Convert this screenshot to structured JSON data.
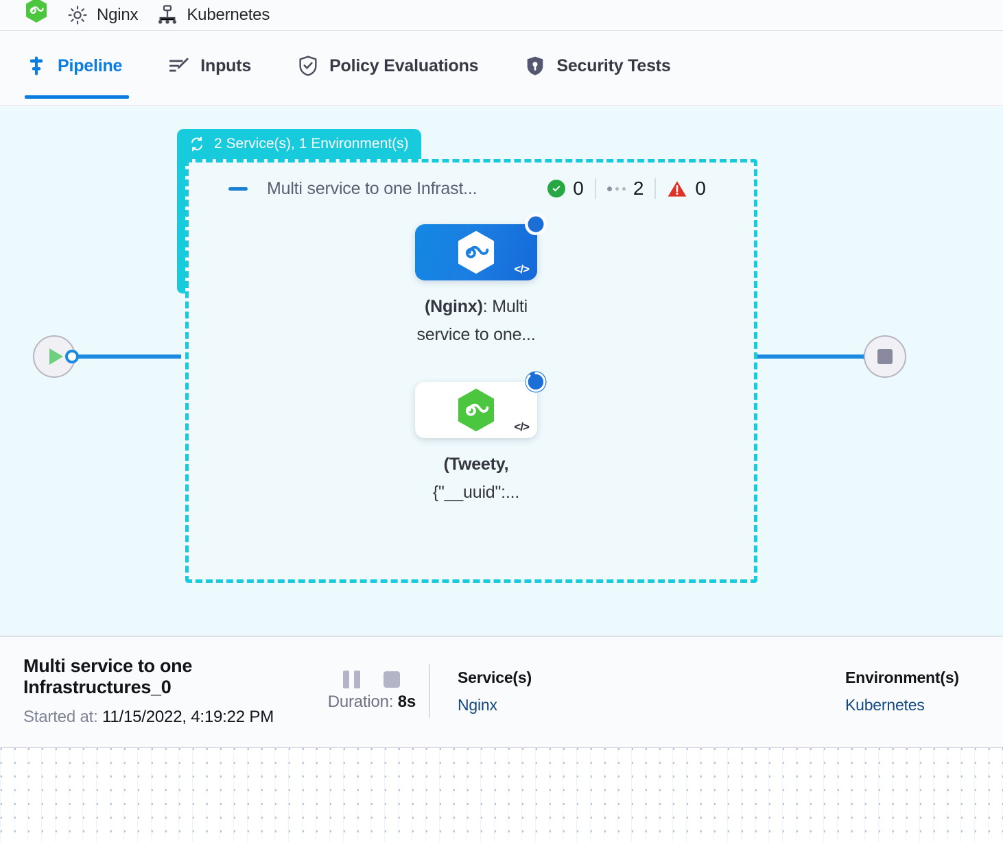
{
  "breadcrumb": {
    "logo_icon": "hexagon-infinity-logo",
    "items": [
      {
        "icon": "gear-icon",
        "label": "Nginx"
      },
      {
        "icon": "infrastructure-icon",
        "label": "Kubernetes"
      }
    ]
  },
  "tabs": [
    {
      "id": "pipeline",
      "label": "Pipeline",
      "icon": "pipeline-icon",
      "active": true
    },
    {
      "id": "inputs",
      "label": "Inputs",
      "icon": "inputs-icon",
      "active": false
    },
    {
      "id": "policy-evaluations",
      "label": "Policy Evaluations",
      "icon": "shield-check-icon",
      "active": false
    },
    {
      "id": "security-tests",
      "label": "Security Tests",
      "icon": "shield-lock-icon",
      "active": false
    }
  ],
  "canvas": {
    "start_node": {
      "name": "start-node",
      "icon": "play-icon"
    },
    "end_node": {
      "name": "end-node",
      "icon": "stop-icon"
    },
    "group": {
      "badge_icon": "loop-icon",
      "badge_label": "2 Service(s), 1 Environment(s)",
      "collapse_icon": "minus-icon",
      "title": "Multi service to one Infrast...",
      "stats": {
        "success_icon": "check-circle-icon",
        "success_count": "0",
        "running_icon": "dots-icon",
        "running_count": "2",
        "failed_icon": "warning-triangle-icon",
        "failed_count": "0"
      },
      "nodes": [
        {
          "id": "node-nginx",
          "status_icon": "loading-spinner-icon",
          "logo_icon": "hexagon-infinity-logo-white",
          "code_icon": "code-brackets-icon",
          "label_bold": "(Nginx)",
          "label_rest": ": Multi service to one..."
        },
        {
          "id": "node-tweety",
          "status_icon": "loading-spinner-icon",
          "logo_icon": "hexagon-infinity-logo-green",
          "code_icon": "code-brackets-icon",
          "label_bold": "(Tweety,",
          "label_rest": "{\"__uuid\":..."
        }
      ]
    }
  },
  "info_panel": {
    "title": "Multi service to one Infrastructures_0",
    "started_key": "Started at:",
    "started_value": "11/15/2022, 4:19:22 PM",
    "pause_icon": "pause-icon",
    "stop_icon": "stop-icon",
    "duration_key": "Duration:",
    "duration_value": "8s",
    "services_header": "Service(s)",
    "services_value": "Nginx",
    "environments_header": "Environment(s)",
    "environments_value": "Kubernetes"
  },
  "colors": {
    "accent_blue": "#0b7ce0",
    "group_teal": "#17cbdd",
    "canvas_bg": "#ecf9fd",
    "success_green": "#2aa745",
    "error_red": "#e03126",
    "link_navy": "#14487f"
  }
}
